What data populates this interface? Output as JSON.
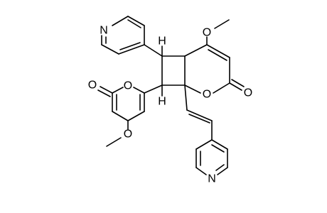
{
  "diagram": {
    "atoms": {
      "o_methoxy_top": "O",
      "o_ring_right": "O",
      "o_carbonyl_right": "O",
      "o_carbonyl_left": "O",
      "o_ring_left": "O",
      "o_methoxy_bottom": "O",
      "n_pyridine_top": "N",
      "n_pyridine_bottom": "N",
      "h_top": "H",
      "h_bottom": "H"
    }
  }
}
